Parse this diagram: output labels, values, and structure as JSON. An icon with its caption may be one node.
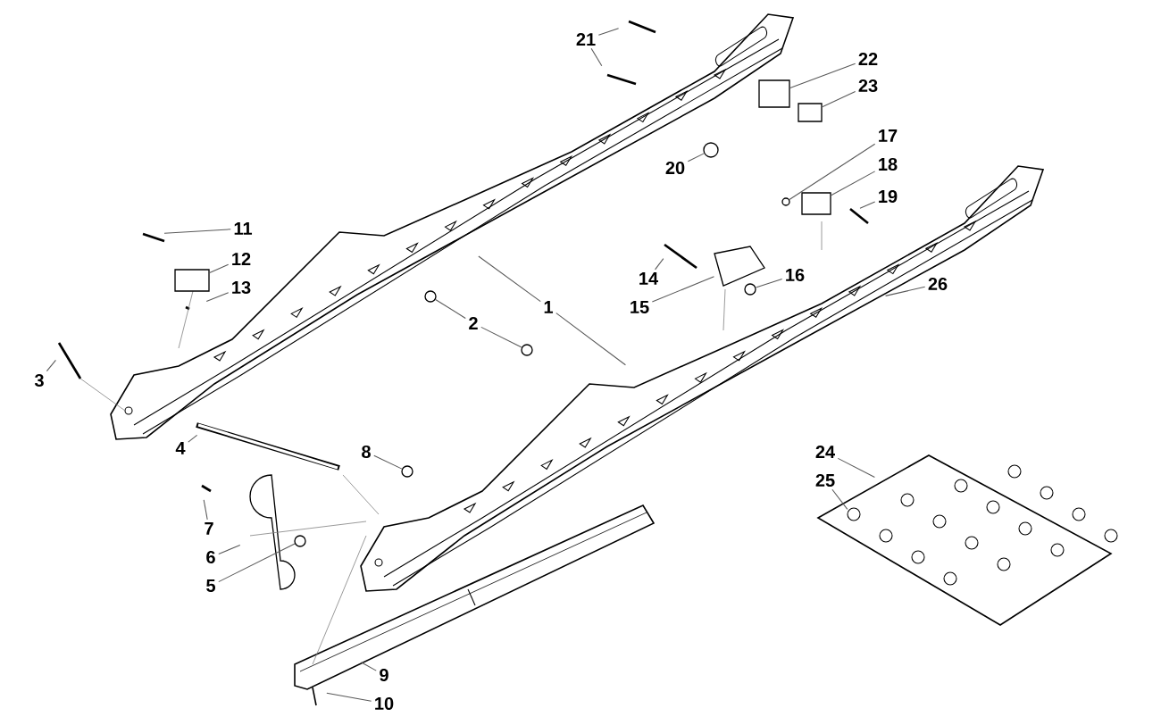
{
  "diagram": {
    "nodes": [
      {
        "text": [
          "1"
        ]
      },
      {
        "text": [
          "2"
        ]
      },
      {
        "text": [
          "3"
        ]
      },
      {
        "text": [
          "4"
        ]
      },
      {
        "text": [
          "5"
        ]
      },
      {
        "text": [
          "6"
        ]
      },
      {
        "text": [
          "7"
        ]
      },
      {
        "text": [
          "8"
        ]
      },
      {
        "text": [
          "9"
        ]
      },
      {
        "text": [
          "10"
        ]
      },
      {
        "text": [
          "11"
        ]
      },
      {
        "text": [
          "12"
        ]
      },
      {
        "text": [
          "13"
        ]
      },
      {
        "text": [
          "14"
        ]
      },
      {
        "text": [
          "15"
        ]
      },
      {
        "text": [
          "16"
        ]
      },
      {
        "text": [
          "17"
        ]
      },
      {
        "text": [
          "18"
        ]
      },
      {
        "text": [
          "19"
        ]
      },
      {
        "text": [
          "20"
        ]
      },
      {
        "text": [
          "21"
        ]
      },
      {
        "text": [
          "22"
        ]
      },
      {
        "text": [
          "23"
        ]
      },
      {
        "text": [
          "24"
        ]
      },
      {
        "text": [
          "25"
        ]
      },
      {
        "text": [
          "26"
        ]
      },
      {
        "text": [],
        "shape": "circle"
      },
      {
        "text": [],
        "shape": "circle"
      },
      {
        "text": [],
        "shape": "circle"
      },
      {
        "text": [],
        "shape": "circle"
      },
      {
        "text": [],
        "shape": "circle"
      },
      {
        "text": [],
        "shape": "circle"
      },
      {
        "text": [],
        "shape": "box"
      },
      {
        "text": [],
        "shape": "box"
      },
      {
        "text": [],
        "shape": "box"
      },
      {
        "text": [],
        "shape": "circle"
      },
      {
        "text": [],
        "shape": "box"
      },
      {
        "text": [],
        "shape": "picture"
      }
    ],
    "edges": [
      {
        "from": 0,
        "to": null,
        "arrow": "none"
      },
      {
        "from": 0,
        "to": null,
        "arrow": "none"
      },
      {
        "from": 1,
        "to": 26,
        "arrow": "none"
      },
      {
        "from": 1,
        "to": 27,
        "arrow": "none"
      },
      {
        "from": 2,
        "to": null,
        "arrow": "none"
      },
      {
        "from": 3,
        "to": null,
        "arrow": "none"
      },
      {
        "from": 4,
        "to": 28,
        "arrow": "none"
      },
      {
        "from": 5,
        "to": null,
        "arrow": "none"
      },
      {
        "from": 6,
        "to": null,
        "arrow": "none"
      },
      {
        "from": 7,
        "to": 29,
        "arrow": "none"
      },
      {
        "from": 8,
        "to": null,
        "arrow": "none"
      },
      {
        "from": 9,
        "to": null,
        "arrow": "none"
      },
      {
        "from": 10,
        "to": null,
        "arrow": "none"
      },
      {
        "from": 11,
        "to": 36,
        "arrow": "none"
      },
      {
        "from": 12,
        "to": null,
        "arrow": "none"
      },
      {
        "from": 13,
        "to": null,
        "arrow": "none"
      },
      {
        "from": 14,
        "to": 37,
        "arrow": "none"
      },
      {
        "from": 15,
        "to": 30,
        "arrow": "none"
      },
      {
        "from": 16,
        "to": 31,
        "arrow": "none"
      },
      {
        "from": 17,
        "to": 32,
        "arrow": "none"
      },
      {
        "from": 18,
        "to": null,
        "arrow": "none"
      },
      {
        "from": 19,
        "to": 35,
        "arrow": "none"
      },
      {
        "from": 20,
        "to": null,
        "arrow": "none"
      },
      {
        "from": 20,
        "to": null,
        "arrow": "none"
      },
      {
        "from": 21,
        "to": 33,
        "arrow": "none"
      },
      {
        "from": 22,
        "to": 34,
        "arrow": "none"
      },
      {
        "from": 23,
        "to": null,
        "arrow": "none"
      },
      {
        "from": 24,
        "to": null,
        "arrow": "none"
      },
      {
        "from": 25,
        "to": null,
        "arrow": "none"
      }
    ]
  }
}
